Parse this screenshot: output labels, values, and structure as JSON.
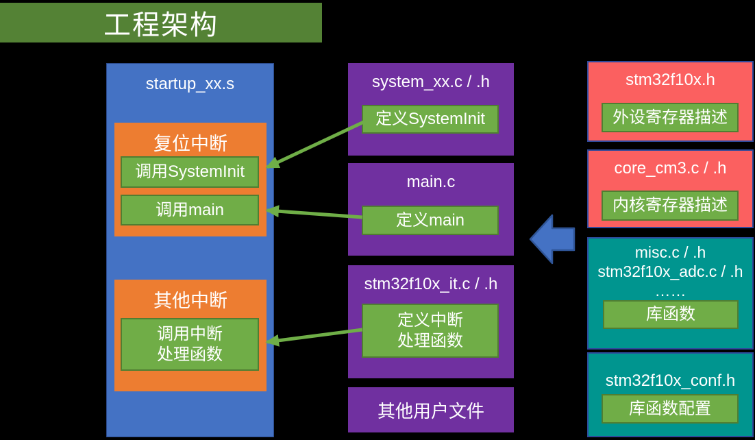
{
  "title": "工程架构",
  "colors": {
    "title_bar": "#548235",
    "startup_column": "#4472C4",
    "interrupt_section": "#ED7D31",
    "call_box": "#70AD47",
    "call_box_border": "#507E32",
    "user_file_box": "#7030A0",
    "cmsis_box": "#FB6060",
    "library_box": "#00958F",
    "library_box_border": "#2E4A9C",
    "connector": "#6FAE47",
    "big_arrow": "#4472C4"
  },
  "startup": {
    "title": "startup_xx.s",
    "sections": [
      {
        "title": "复位中断",
        "items": [
          "调用SystemInit",
          "调用main"
        ]
      },
      {
        "title": "其他中断",
        "items": [
          "调用中断\n处理函数"
        ]
      }
    ]
  },
  "user_files": [
    {
      "title": "system_xx.c / .h",
      "item": "定义SystemInit"
    },
    {
      "title": "main.c",
      "item": "定义main"
    },
    {
      "title": "stm32f10x_it.c / .h",
      "item": "定义中断\n处理函数"
    },
    {
      "title": "其他用户文件"
    }
  ],
  "library_files": [
    {
      "title": "stm32f10x.h",
      "item": "外设寄存器描述"
    },
    {
      "title": "core_cm3.c / .h",
      "item": "内核寄存器描述"
    },
    {
      "title": "misc.c / .h\nstm32f10x_adc.c / .h\n……",
      "item": "库函数"
    },
    {
      "title": "stm32f10x_conf.h",
      "item": "库函数配置"
    }
  ]
}
